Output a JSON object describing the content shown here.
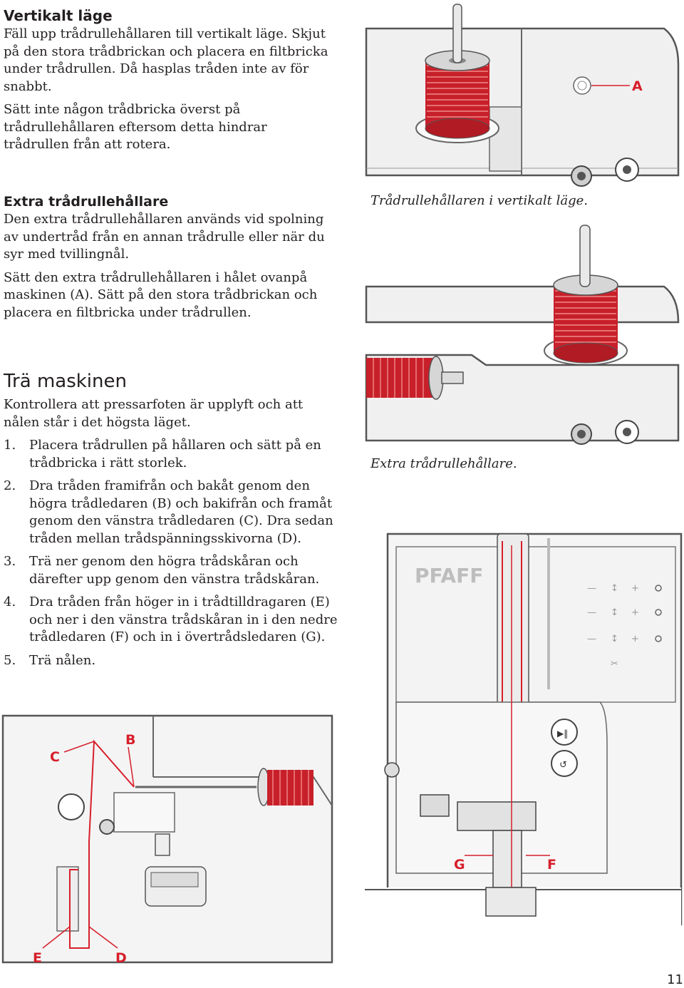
{
  "section1": {
    "title": "Vertikalt läge",
    "p1": "Fäll upp trådrullehållaren till vertikalt läge. Skjut på den stora trådbrickan och placera en filtbricka under trådrullen. Då hasplas tråden inte av för snabbt.",
    "p2": "Sätt inte någon trådbricka överst på trådrullehållaren eftersom detta hindrar trådrullen från att rotera."
  },
  "section2": {
    "title": "Extra trådrullehållare",
    "p1": "Den extra trådrullehållaren används vid spolning av undertråd från en annan trådrulle eller när du syr med tvillingnål.",
    "p2": "Sätt den extra trådrullehållaren i hålet ovanpå maskinen (A). Sätt på den stora trådbrickan och placera en filtbricka under trådrullen."
  },
  "section3": {
    "title": "Trä maskinen",
    "intro": "Kontrollera att pressarfoten är upplyft och att nålen står i det högsta läget.",
    "steps": [
      {
        "num": "1.",
        "text": "Placera trådrullen på hållaren och sätt på en trådbricka i rätt storlek."
      },
      {
        "num": "2.",
        "text": "Dra tråden framifrån och bakåt genom den högra trådledaren (B) och bakifrån och framåt genom den vänstra trådledaren (C). Dra sedan tråden mellan trådspänningsskivorna (D)."
      },
      {
        "num": "3.",
        "text": "Trä ner genom den högra trådskåran och därefter upp genom den vänstra trådskåran."
      },
      {
        "num": "4.",
        "text": "Dra tråden från höger in i trådtilldragaren (E) och ner i den vänstra trådskåran in i den nedre trådledaren (F) och in i övertrådsledaren (G)."
      },
      {
        "num": "5.",
        "text": "Trä nålen."
      }
    ]
  },
  "figures": {
    "fig1_caption": "Trådrullehållaren i vertikalt läge.",
    "fig1_label_a": "A",
    "fig2_caption": "Extra trådrullehållare.",
    "fig3_brand": "PFAFF",
    "labels": {
      "b": "B",
      "c": "C",
      "d": "D",
      "e": "E",
      "f": "F",
      "g": "G"
    }
  },
  "page_number": "11",
  "colors": {
    "thread_red": "#c8202a",
    "label_red": "#d71f2b",
    "machine_gray": "#efefef"
  }
}
